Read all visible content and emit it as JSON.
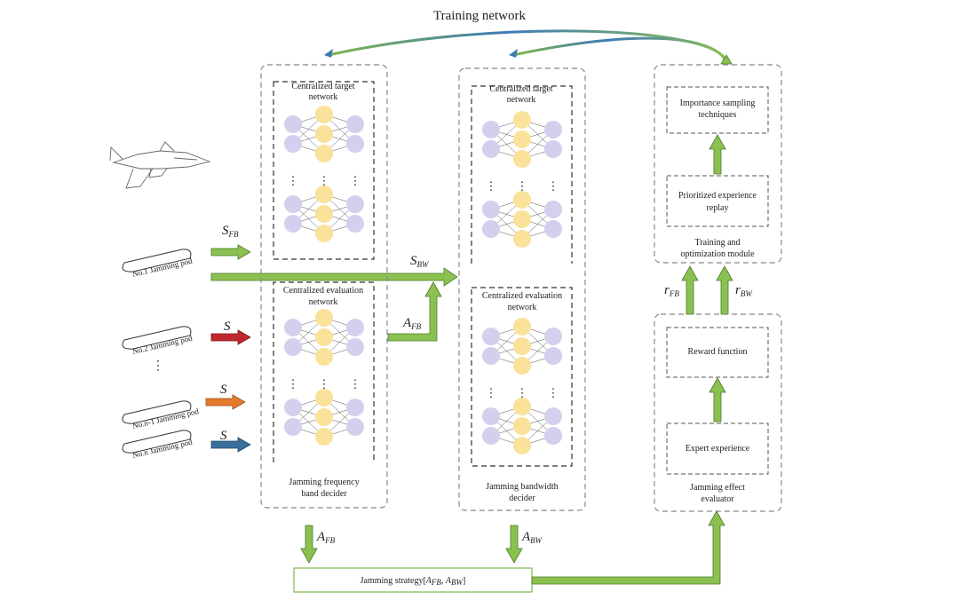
{
  "title": "Training network",
  "pods": [
    {
      "label": "No.1 Jamming pod"
    },
    {
      "label": "No.2 Jamming pod"
    },
    {
      "label": "No.n-1 Jamming pod"
    },
    {
      "label": "No.n Jamming pod"
    }
  ],
  "pod_ellipsis": "⋮",
  "arrow_labels": {
    "s_fb_main": "S",
    "s_fb_sub": "FB",
    "s_bw_main": "S",
    "s_bw_sub": "BW",
    "a_fb_mid_main": "A",
    "a_fb_mid_sub": "FB",
    "s_plain": "S",
    "a_fb_bottom_main": "A",
    "a_fb_bottom_sub": "FB",
    "a_bw_bottom_main": "A",
    "a_bw_bottom_sub": "BW",
    "r_fb_main": "r",
    "r_fb_sub": "FB",
    "r_bw_main": "r",
    "r_bw_sub": "BW"
  },
  "decider_fb": {
    "target_title": [
      "Centralized target",
      "network"
    ],
    "eval_title": [
      "Centralized evaluation",
      "network"
    ],
    "caption": [
      "Jamming frequency",
      "band decider"
    ]
  },
  "decider_bw": {
    "target_title": [
      "Centralized target",
      "network"
    ],
    "eval_title": [
      "Centralized evaluation",
      "network"
    ],
    "caption": [
      "Jamming bandwidth",
      "decider"
    ]
  },
  "training_module": {
    "box1": [
      "Importance sampling",
      "techniques"
    ],
    "box2": [
      "Prioritized experience",
      "replay"
    ],
    "caption": [
      "Training and",
      "optimization module"
    ]
  },
  "evaluator": {
    "box1": "Reward function",
    "box2": "Expert experience",
    "caption": [
      "Jamming effect",
      "evaluator"
    ]
  },
  "strategy": {
    "prefix": "Jamming strategy[",
    "a1_main": "A",
    "a1_sub": "FB",
    "sep": ", ",
    "a2_main": "A",
    "a2_sub": "BW",
    "suffix": "]"
  },
  "colors": {
    "green_arrow": "#8cc152",
    "green_edge": "#4a7a26",
    "red_arrow": "#c0272d",
    "orange_arrow": "#e57a2c",
    "blue_arrow": "#3b6e9a",
    "neuron_purple": "#d3d0ee",
    "neuron_yellow": "#fbe29a",
    "curve_blue": "#3e7ab8",
    "box_dash": "#888888"
  }
}
